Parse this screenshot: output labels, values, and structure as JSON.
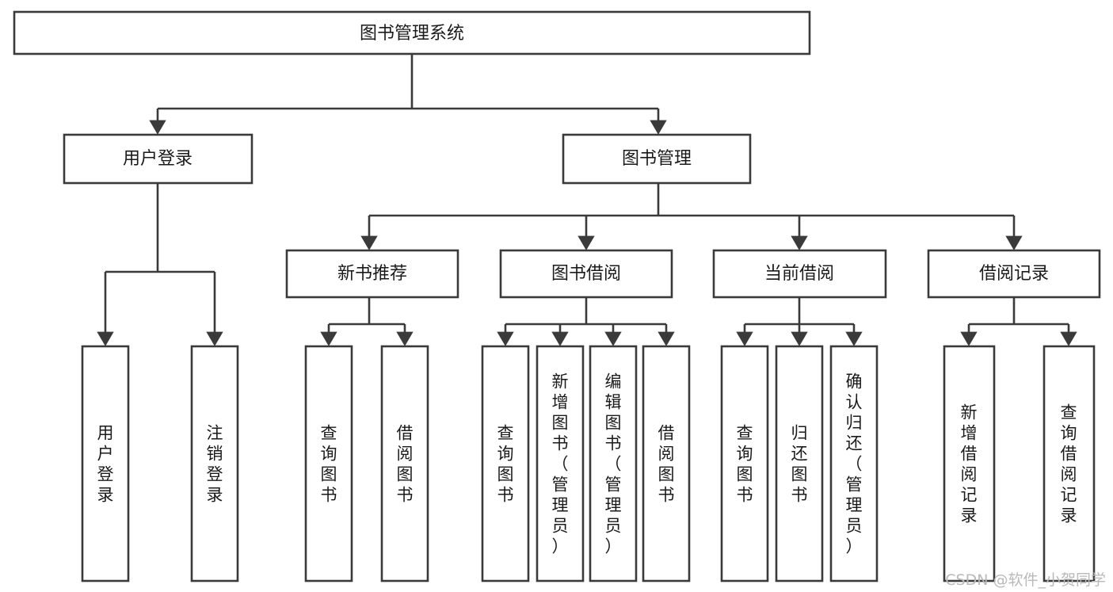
{
  "diagram": {
    "type": "tree-hierarchy-chart",
    "title": "图书管理系统",
    "orientation": "top-down",
    "colors": {
      "box_stroke": "#3a3a3a",
      "box_fill": "#ffffff",
      "connector": "#3a3a3a",
      "text": "#1a1a1a",
      "watermark": "#b9b9b9",
      "background": "#ffffff"
    },
    "root": {
      "label": "图书管理系统"
    },
    "level2": [
      {
        "label": "用户登录"
      },
      {
        "label": "图书管理"
      }
    ],
    "level3": [
      {
        "label": "新书推荐"
      },
      {
        "label": "图书借阅"
      },
      {
        "label": "当前借阅"
      },
      {
        "label": "借阅记录"
      }
    ],
    "leaves": {
      "user_login": [
        {
          "label": "用户登录"
        },
        {
          "label": "注销登录"
        }
      ],
      "new_book_recommend": [
        {
          "label": "查询图书"
        },
        {
          "label": "借阅图书"
        }
      ],
      "book_borrow": [
        {
          "label": "查询图书"
        },
        {
          "label": "新增图书（管理员）"
        },
        {
          "label": "编辑图书（管理员）"
        },
        {
          "label": "借阅图书"
        }
      ],
      "current_borrow": [
        {
          "label": "查询图书"
        },
        {
          "label": "归还图书"
        },
        {
          "label": "确认归还（管理员）"
        }
      ],
      "borrow_record": [
        {
          "label": "新增借阅记录"
        },
        {
          "label": "查询借阅记录"
        }
      ]
    }
  },
  "watermark": {
    "text": "CSDN @软件_小贺同学"
  }
}
